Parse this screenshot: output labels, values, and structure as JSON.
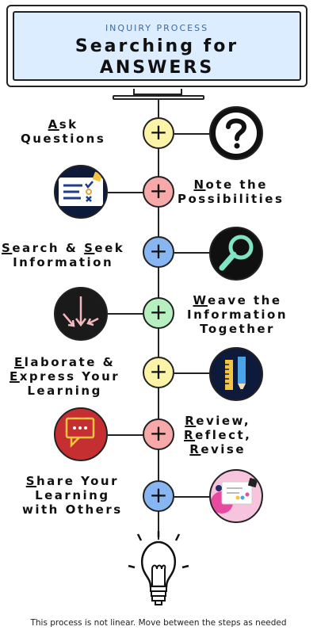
{
  "header": {
    "kicker": "INQUIRY PROCESS",
    "title_line1": "Searching for",
    "title_line2": "ANSWERS"
  },
  "steps": [
    {
      "lines": [
        {
          "u": "A",
          "rest": "sk"
        },
        {
          "u": "",
          "rest": "Questions"
        }
      ],
      "color": "#fbf3a8",
      "icon": "question-mark-icon"
    },
    {
      "lines": [
        {
          "u": "N",
          "rest": "ote the"
        },
        {
          "u": "",
          "rest": "Possibilities"
        }
      ],
      "color": "#f7a8a8",
      "icon": "checklist-icon"
    },
    {
      "lines": [
        {
          "u": "S",
          "rest": "earch & "
        },
        {
          "u": "",
          "rest": "Information"
        }
      ],
      "extra_u": "S",
      "extra_rest": "eek",
      "color": "#88b6f2",
      "icon": "magnifier-icon"
    },
    {
      "lines": [
        {
          "u": "W",
          "rest": "eave the"
        },
        {
          "u": "",
          "rest": "Information"
        },
        {
          "u": "",
          "rest": "Together"
        }
      ],
      "color": "#b6efc0",
      "icon": "converging-arrows-icon"
    },
    {
      "lines": [
        {
          "u": "E",
          "rest": "laborate &"
        },
        {
          "u": "E",
          "rest": "xpress Your"
        },
        {
          "u": "",
          "rest": "Learning"
        }
      ],
      "color": "#fbf3a8",
      "icon": "ruler-pencil-icon"
    },
    {
      "lines": [
        {
          "u": "R",
          "rest": "eview,"
        },
        {
          "u": "R",
          "rest": "eflect,"
        },
        {
          "u": "R",
          "rest": "evise"
        }
      ],
      "color": "#f7a8a8",
      "icon": "chat-bubble-icon"
    },
    {
      "lines": [
        {
          "u": "S",
          "rest": "hare Your"
        },
        {
          "u": "",
          "rest": "Learning"
        },
        {
          "u": "",
          "rest": "with Others"
        }
      ],
      "color": "#88b6f2",
      "icon": "presentation-icon"
    }
  ],
  "plus_symbol": "+",
  "footer": "This process is not linear. Move between the steps as needed"
}
